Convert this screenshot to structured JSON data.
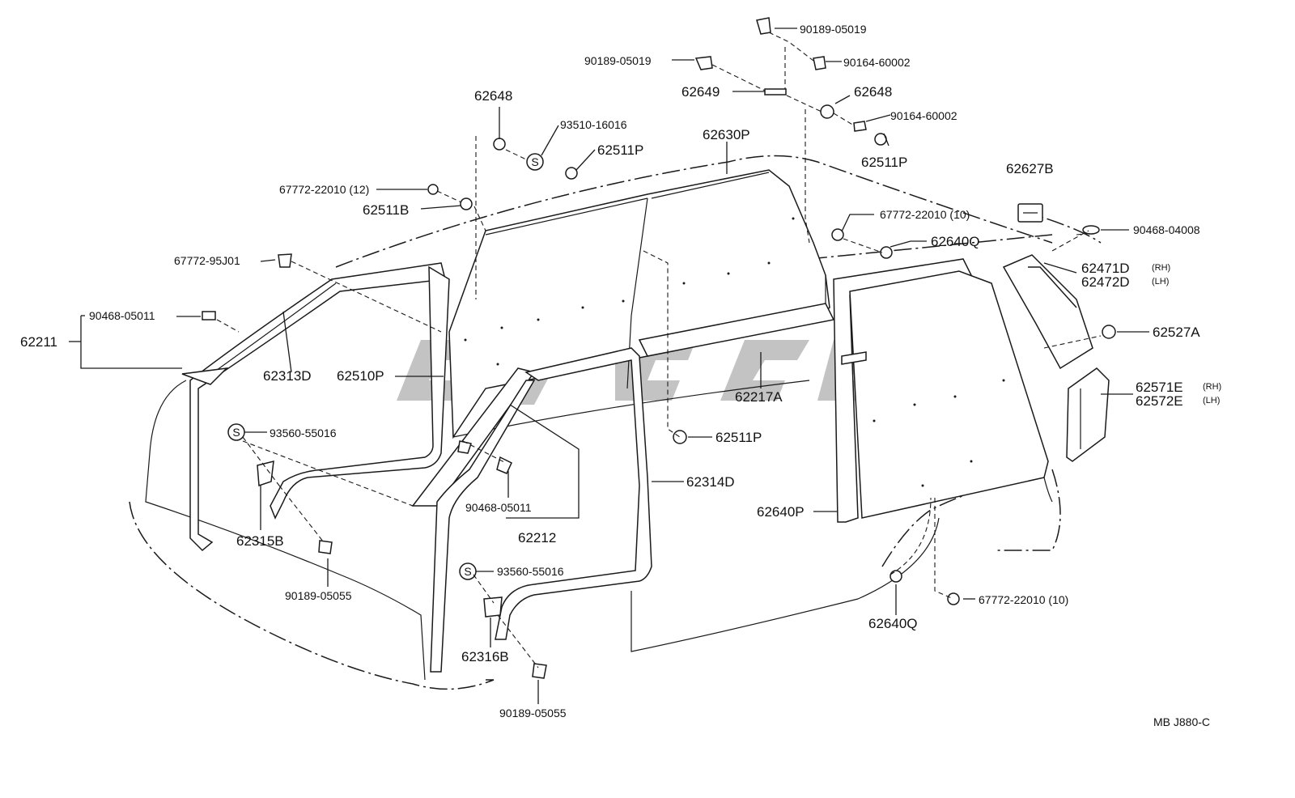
{
  "diagram": {
    "labels": {
      "p90189_05019_top": "90189-05019",
      "p90189_05019_left": "90189-05019",
      "p90164_60002_top": "90164-60002",
      "p62649": "62649",
      "p62648_right": "62648",
      "p90164_60002_right": "90164-60002",
      "p62511p_right": "62511P",
      "p62648_left": "62648",
      "p93510_16016": "93510-16016",
      "p62511p_left": "62511P",
      "p62630p": "62630P",
      "p62627b": "62627B",
      "p67772_22010_12": "67772-22010 (12)",
      "p62511b": "62511B",
      "p67772_22010_10_top": "67772-22010 (10)",
      "p62640q_top": "62640Q",
      "p90468_04008": "90468-04008",
      "p67772_95j01": "67772-95J01",
      "p62471d": "62471D",
      "p62472d": "62472D",
      "rh1": "(RH)",
      "lh1": "(LH)",
      "p90468_05011_left": "90468-05011",
      "p62211": "62211",
      "p62527a": "62527A",
      "p62313d": "62313D",
      "p62510p": "62510P",
      "p62217a": "62217A",
      "p62571e": "62571E",
      "p62572e": "62572E",
      "rh2": "(RH)",
      "lh2": "(LH)",
      "p93560_55016_top": "93560-55016",
      "p62511p_mid": "62511P",
      "p62314d": "62314D",
      "p90468_05011_mid": "90468-05011",
      "p62640p": "62640P",
      "p62212": "62212",
      "p62315b": "62315B",
      "p93560_55016_bot": "93560-55016",
      "p90189_05055_left": "90189-05055",
      "p67772_22010_10_bot": "67772-22010 (10)",
      "p62640q_bot": "62640Q",
      "p62316b": "62316B",
      "p90189_05055_bot": "90189-05055",
      "s_mark": "S",
      "footer_code": "MB  J880-C"
    }
  }
}
